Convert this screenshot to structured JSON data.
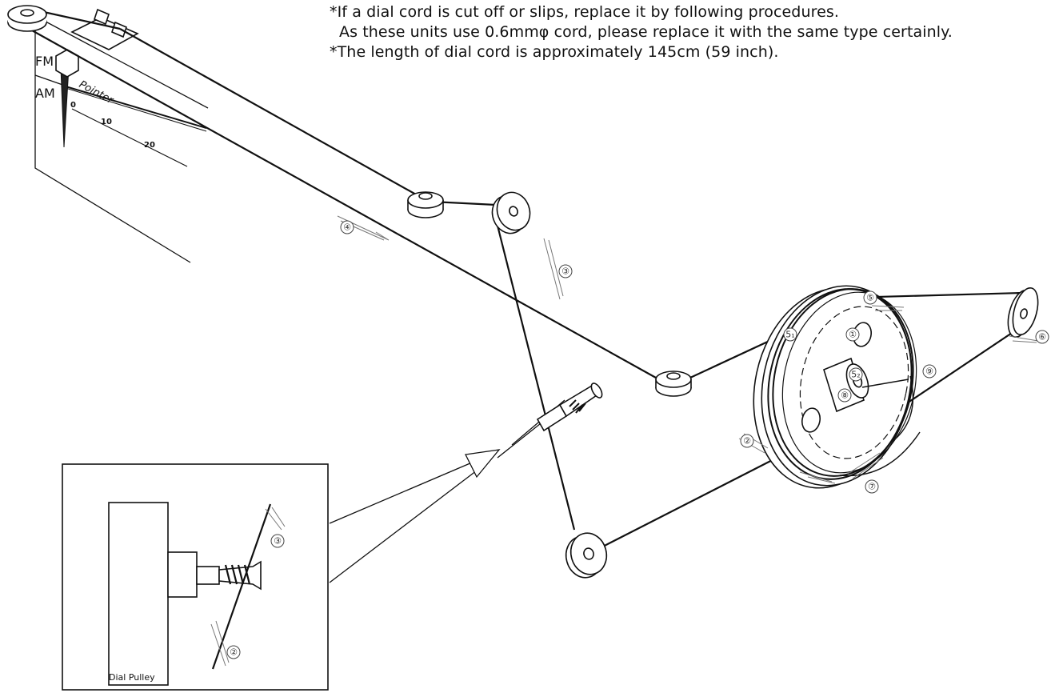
{
  "notes": [
    "*If a dial cord is cut off or slips, replace it by following procedures.",
    "As these units use 0.6mmφ cord, please replace it with the same type certainly.",
    "*The length of dial cord is approximately 145cm (59 inch)."
  ],
  "scale": {
    "band_fm": "FM",
    "band_am": "AM",
    "pointer_label": "Pointer",
    "ticks": [
      "0",
      "10",
      "20"
    ]
  },
  "inset": {
    "caption": "Dial Pulley"
  },
  "callouts": {
    "c1": "①",
    "c2": "②",
    "c3": "③",
    "c4": "④",
    "c5": "⑤",
    "c5a": "5₁",
    "c5b": "5₂",
    "c6": "⑥",
    "c7": "⑦",
    "c8": "⑧",
    "c9": "⑨"
  },
  "colors": {
    "line": "#111111",
    "background": "#ffffff"
  }
}
